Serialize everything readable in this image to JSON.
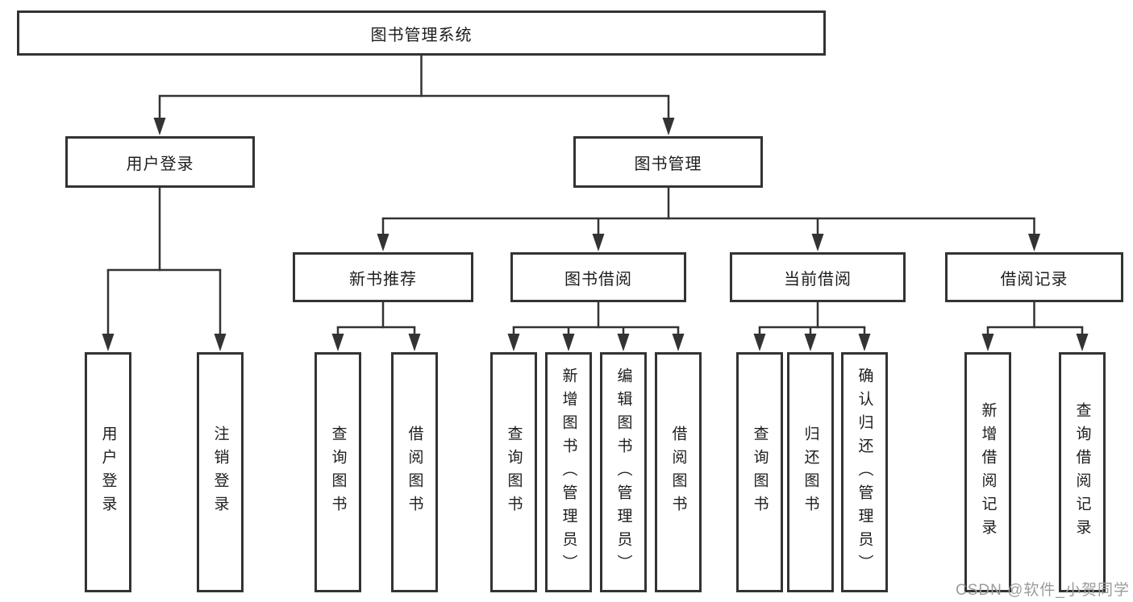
{
  "tree": {
    "root": "图书管理系统",
    "user_login": {
      "label": "用户登录",
      "children": [
        "用户登录",
        "注销登录"
      ]
    },
    "book_mgmt": {
      "label": "图书管理"
    },
    "new_book": {
      "label": "新书推荐",
      "children": [
        "查询图书",
        "借阅图书"
      ]
    },
    "book_borrow": {
      "label": "图书借阅",
      "children": [
        "查询图书",
        "新增图书（管理员）",
        "编辑图书（管理员）",
        "借阅图书"
      ]
    },
    "current_borrow": {
      "label": "当前借阅",
      "children": [
        "查询图书",
        "归还图书",
        "确认归还（管理员）"
      ]
    },
    "borrow_record": {
      "label": "借阅记录",
      "children": [
        "新增借阅记录",
        "查询借阅记录"
      ]
    }
  },
  "watermark": "CSDN @软件_小贺同学",
  "colors": {
    "line": "#333333",
    "text": "#1d1d1d",
    "watermark": "#9c9c9c"
  }
}
